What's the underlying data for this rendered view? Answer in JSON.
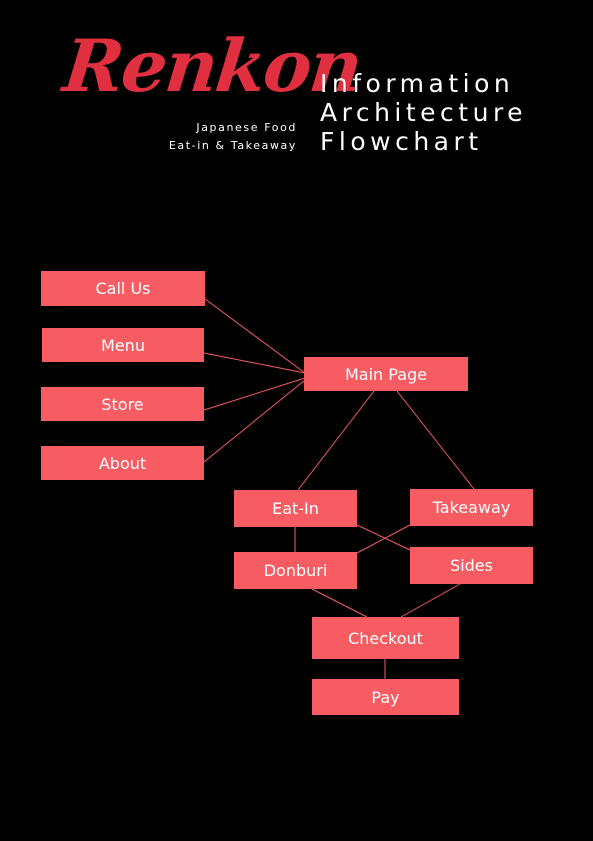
{
  "brand": {
    "logo_text": "Renkon",
    "tagline_1": "Japanese Food",
    "tagline_2": "Eat-in & Takeaway"
  },
  "heading": {
    "line_1": "Information",
    "line_2": "Architecture",
    "line_3": "Flowchart"
  },
  "colors": {
    "background": "#000000",
    "node": "#f75c63",
    "logo": "#e0303f",
    "edge": "#f75c63"
  },
  "nodes": {
    "call_us": "Call Us",
    "menu": "Menu",
    "store": "Store",
    "about": "About",
    "main_page": "Main Page",
    "eat_in": "Eat-In",
    "takeaway": "Takeaway",
    "donburi": "Donburi",
    "sides": "Sides",
    "checkout": "Checkout",
    "pay": "Pay"
  },
  "edges": [
    [
      "call_us",
      "main_page"
    ],
    [
      "menu",
      "main_page"
    ],
    [
      "store",
      "main_page"
    ],
    [
      "about",
      "main_page"
    ],
    [
      "main_page",
      "eat_in"
    ],
    [
      "main_page",
      "takeaway"
    ],
    [
      "eat_in",
      "donburi"
    ],
    [
      "eat_in",
      "sides"
    ],
    [
      "takeaway",
      "donburi"
    ],
    [
      "donburi",
      "checkout"
    ],
    [
      "sides",
      "checkout"
    ],
    [
      "checkout",
      "pay"
    ]
  ]
}
